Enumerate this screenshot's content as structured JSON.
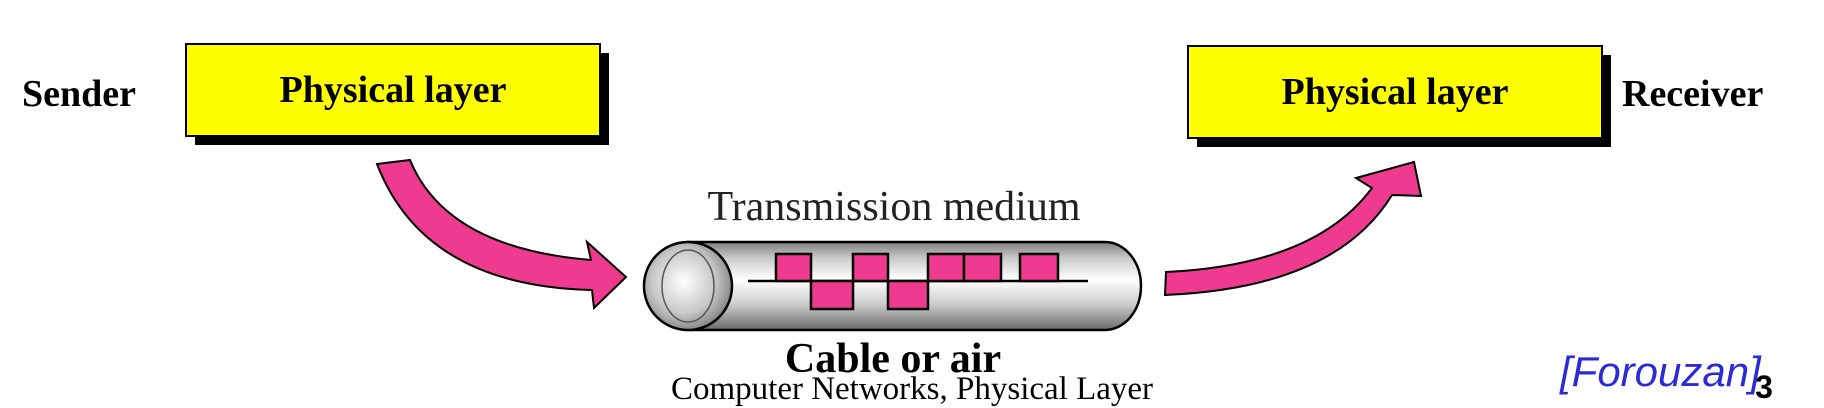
{
  "diagram": {
    "sender_label": "Sender",
    "receiver_label": "Receiver",
    "sender_box_label": "Physical layer",
    "receiver_box_label": "Physical layer",
    "medium_title": "Transmission medium",
    "medium_caption": "Cable or air"
  },
  "footer": {
    "course_title": "Computer Networks, Physical Layer",
    "citation": "[Forouzan]",
    "page_number": "3"
  },
  "colors": {
    "box_fill": "#ffff00",
    "arrow_fill": "#ee3b8f",
    "signal_fill": "#ee3b8f",
    "citation": "#2b2bd6"
  }
}
